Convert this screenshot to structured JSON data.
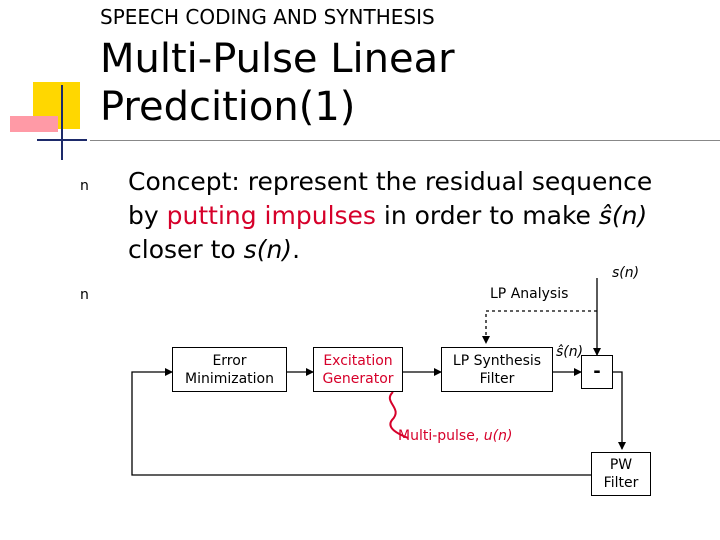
{
  "header": {
    "kicker": "SPEECH CODING AND SYNTHESIS",
    "title_line1": "Multi-Pulse Linear",
    "title_line2": "Predcition(1)"
  },
  "bullets": {
    "marker": "n",
    "concept": {
      "prefix": "Concept: represent the residual sequence by ",
      "highlight": "putting impulses",
      "middle": " in order to make ",
      "shat": "ŝ(n)",
      "end1": " closer to ",
      "s": "s(n)",
      "end2": "."
    }
  },
  "diagram": {
    "error_min": [
      "Error",
      "Minimization"
    ],
    "excitation": [
      "Excitation",
      "Generator"
    ],
    "lp_synthesis": [
      "LP Synthesis",
      "Filter"
    ],
    "pw_filter": [
      "PW",
      "Filter"
    ],
    "lp_analysis": "LP Analysis",
    "s_label": "s(n)",
    "shat_label": "ŝ(n)",
    "minus": "-",
    "multipulse_prefix": "Multi-pulse, ",
    "multipulse_var": "u(n)"
  },
  "colors": {
    "highlight": "#d6002a",
    "deco_yellow": "#ffd700",
    "deco_red": "#ff4040"
  }
}
